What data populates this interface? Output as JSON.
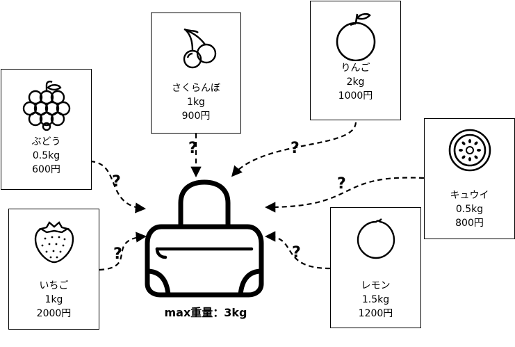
{
  "items": [
    {
      "name": "さくらんぼ",
      "weight": "1kg",
      "price": "900円",
      "icon": "cherry-icon"
    },
    {
      "name": "りんご",
      "weight": "2kg",
      "price": "1000円",
      "icon": "apple-icon"
    },
    {
      "name": "ぶどう",
      "weight": "0.5kg",
      "price": "600円",
      "icon": "grape-icon"
    },
    {
      "name": "キュウイ",
      "weight": "0.5kg",
      "price": "800円",
      "icon": "kiwi-icon"
    },
    {
      "name": "いちご",
      "weight": "1kg",
      "price": "2000円",
      "icon": "strawberry-icon"
    },
    {
      "name": "レモン",
      "weight": "1.5kg",
      "price": "1200円",
      "icon": "lemon-icon"
    }
  ],
  "question_mark": "?",
  "bag": {
    "caption": "max重量：3kg",
    "icon": "bag-icon"
  }
}
